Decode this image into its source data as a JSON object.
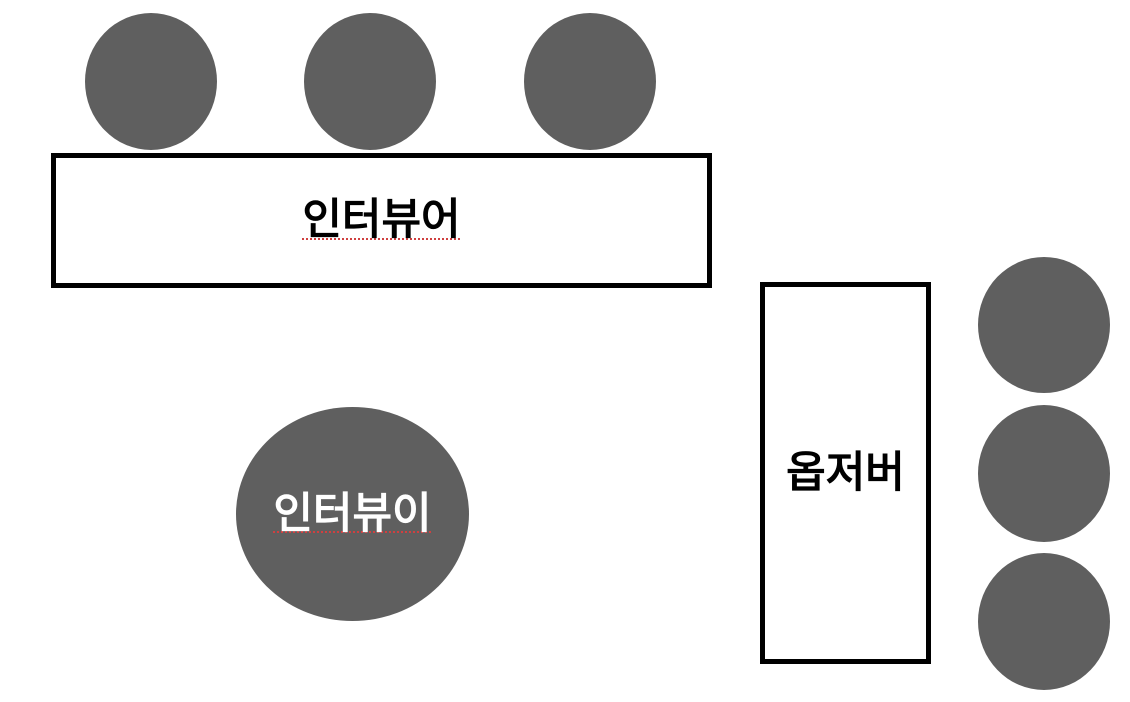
{
  "colors": {
    "seat": "#5f5f5f",
    "table_border": "#000000",
    "background": "#ffffff"
  },
  "interviewer_table": {
    "label": "인터뷰어"
  },
  "observer_table": {
    "label": "옵저버"
  },
  "interviewee_seat": {
    "label": "인터뷰이"
  }
}
